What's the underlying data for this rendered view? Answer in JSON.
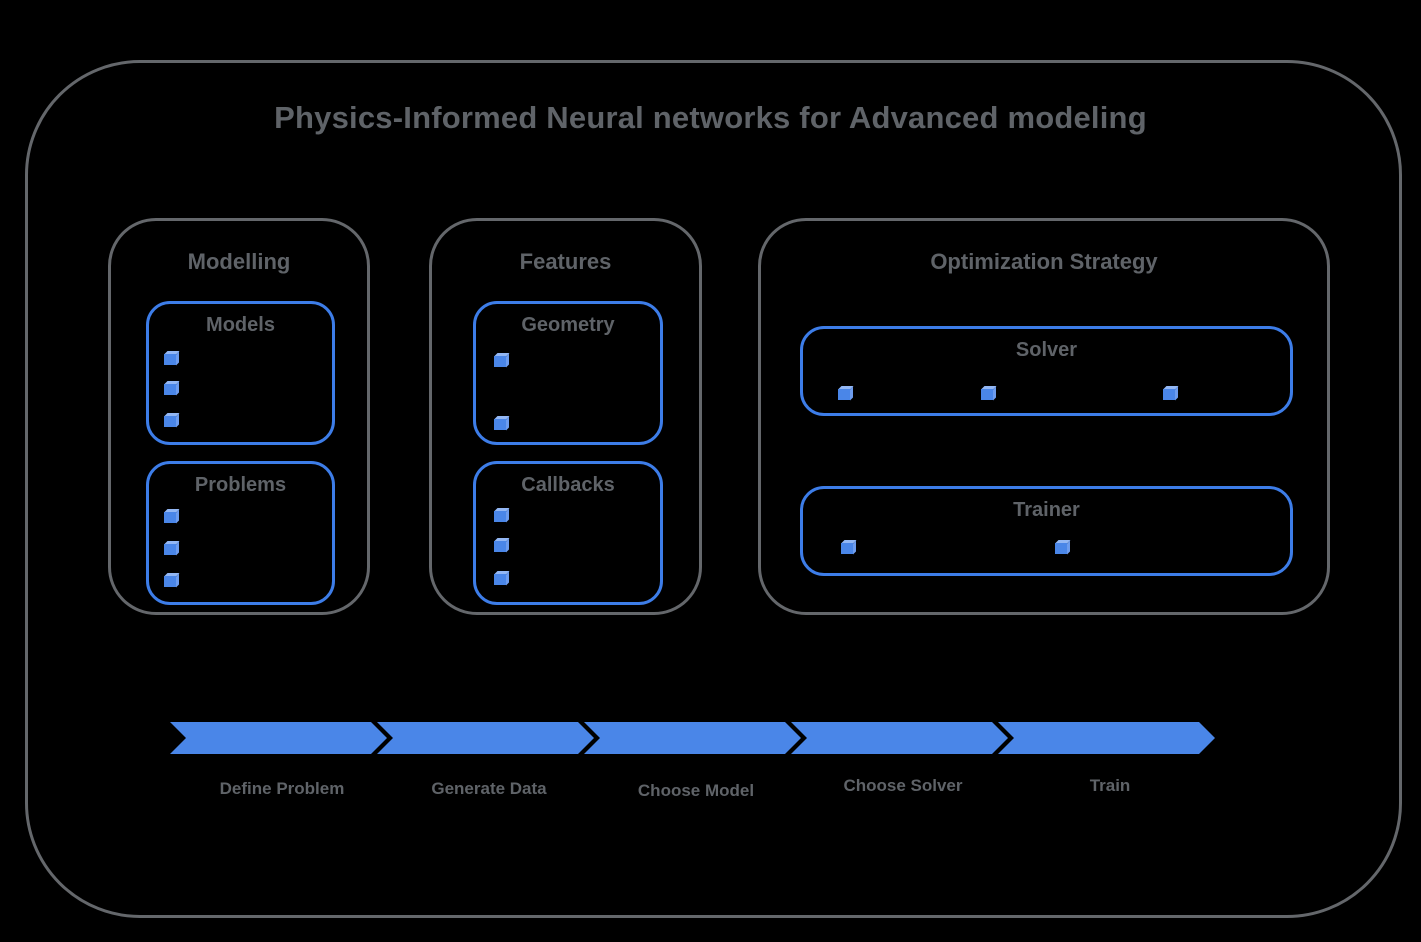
{
  "title": "Physics-Informed Neural networks for Advanced modeling",
  "colors": {
    "blue": "#4a86e8",
    "blue_border": "#3d7de8",
    "cube_top": "#93b7f4",
    "cube_side": "#6d9cee",
    "gray_text": "#5f6368",
    "gray_border": "#64676b",
    "background": "#000000"
  },
  "groups": [
    {
      "title": "Modelling",
      "boxes": [
        {
          "title": "Models",
          "bullet_icon": "cube-icon",
          "bullet_count": 3
        },
        {
          "title": "Problems",
          "bullet_icon": "cube-icon",
          "bullet_count": 3
        }
      ]
    },
    {
      "title": "Features",
      "boxes": [
        {
          "title": "Geometry",
          "bullet_icon": "cube-icon",
          "bullet_count": 2
        },
        {
          "title": "Callbacks",
          "bullet_icon": "cube-icon",
          "bullet_count": 3
        }
      ]
    },
    {
      "title": "Optimization Strategy",
      "boxes": [
        {
          "title": "Solver",
          "bullet_icon": "cube-icon",
          "bullet_count": 3
        },
        {
          "title": "Trainer",
          "bullet_icon": "cube-icon",
          "bullet_count": 2
        }
      ]
    }
  ],
  "process": {
    "steps": [
      "Define Problem",
      "Generate Data",
      "Choose Model",
      "Choose Solver",
      "Train"
    ]
  }
}
